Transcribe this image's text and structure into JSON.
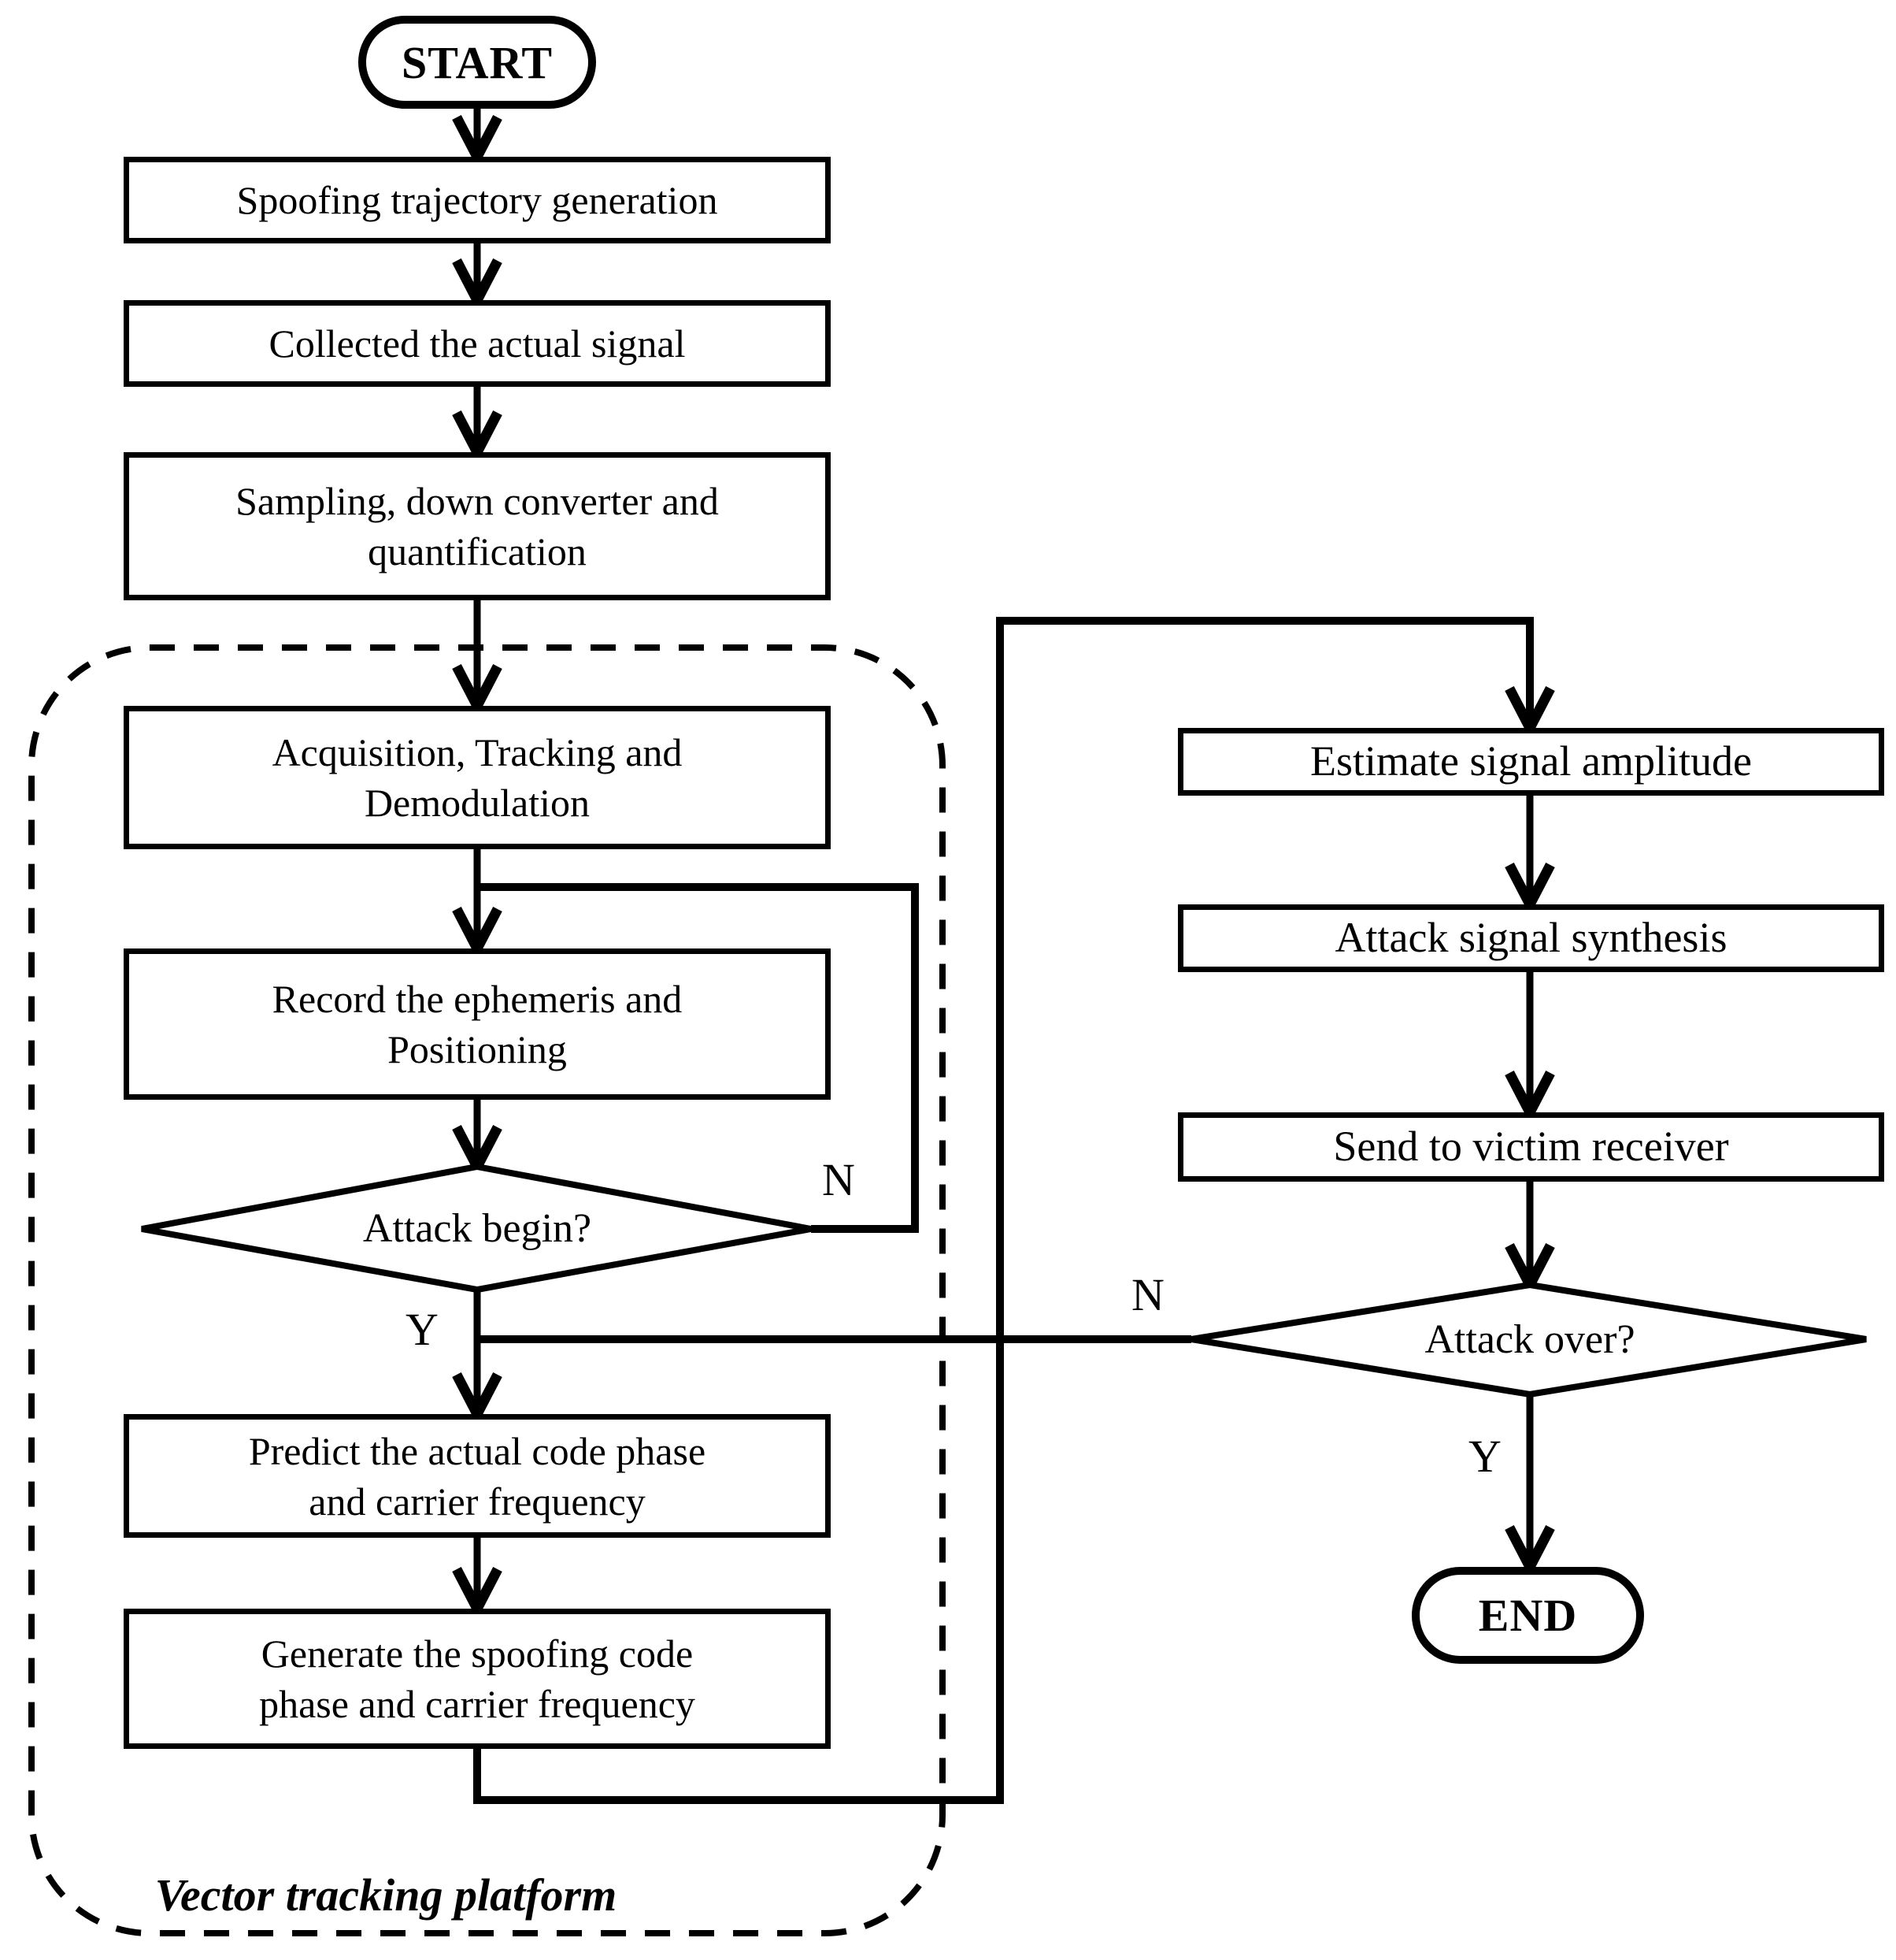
{
  "nodes": {
    "start": {
      "label": "START"
    },
    "spoofing": {
      "label": "Spoofing trajectory generation"
    },
    "collect": {
      "label": "Collected the actual signal"
    },
    "sampling": {
      "label": "Sampling, down converter and\nquantification"
    },
    "acquisition": {
      "label": "Acquisition, Tracking and\nDemodulation"
    },
    "record": {
      "label": "Record the ephemeris and\nPositioning"
    },
    "attack_begin": {
      "label": "Attack begin?"
    },
    "predict": {
      "label": "Predict the actual code phase\nand carrier frequency"
    },
    "generate": {
      "label": "Generate the spoofing code\nphase and carrier frequency"
    },
    "estimate": {
      "label": "Estimate signal amplitude"
    },
    "synthesis": {
      "label": "Attack signal synthesis"
    },
    "send": {
      "label": "Send to victim receiver"
    },
    "attack_over": {
      "label": "Attack over?"
    },
    "end": {
      "label": "END"
    }
  },
  "labels": {
    "attack_begin_no": "N",
    "attack_begin_yes": "Y",
    "attack_over_no": "N",
    "attack_over_yes": "Y"
  },
  "container": {
    "label": "Vector tracking platform"
  },
  "colors": {
    "ink": "#000000",
    "background": "#ffffff"
  }
}
